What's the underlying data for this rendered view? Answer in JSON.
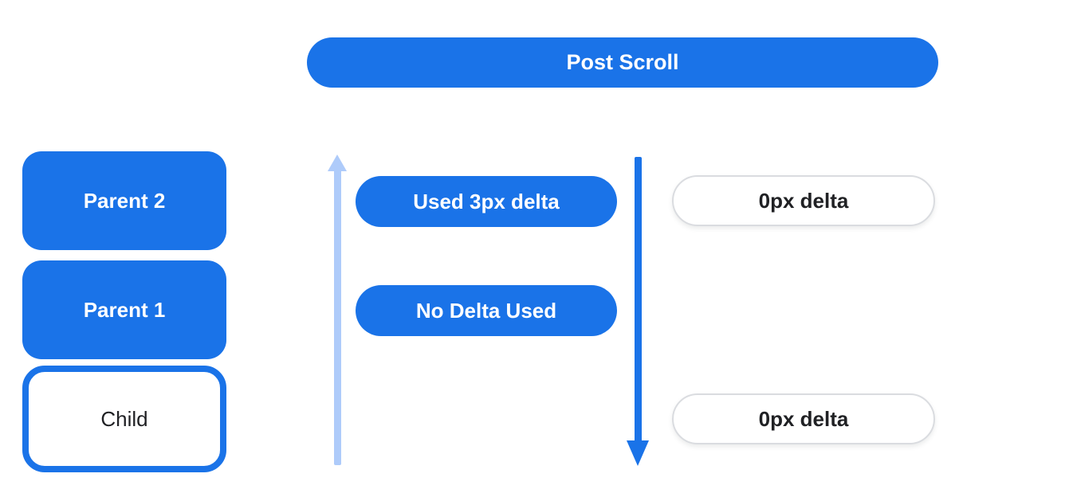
{
  "header": {
    "title": "Post Scroll"
  },
  "scroll_chain": {
    "parent2_label": "Parent 2",
    "parent1_label": "Parent 1",
    "child_label": "Child"
  },
  "delta_annotations": {
    "used_delta_label": "Used 3px delta",
    "no_delta_label": "No Delta Used",
    "zero_delta_top_label": "0px delta",
    "zero_delta_bottom_label": "0px delta"
  },
  "icons": {
    "up_arrow": "arrow-up",
    "down_arrow": "arrow-down"
  },
  "colors": {
    "primary_blue": "#1a73e8",
    "light_blue": "#aecbfa",
    "pill_border": "#dadce0",
    "dark_text": "#202124",
    "white": "#ffffff"
  }
}
